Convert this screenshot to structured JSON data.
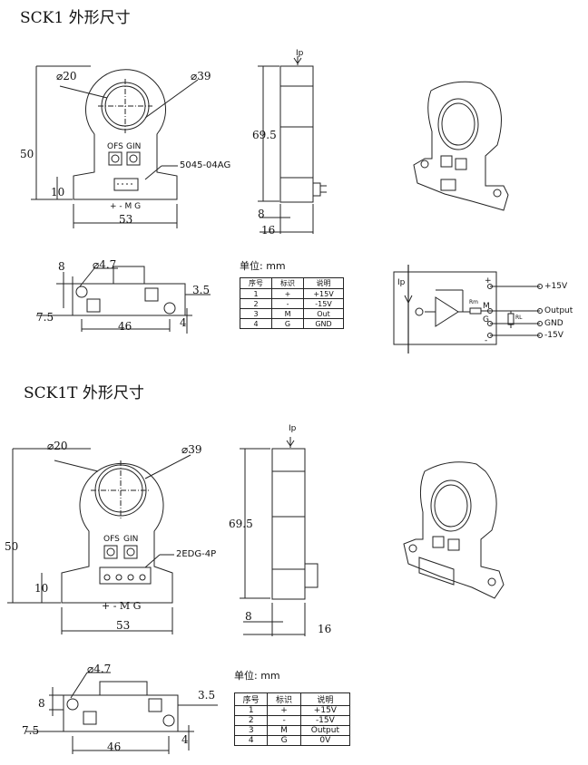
{
  "section1": {
    "title": "SCK1 外形尺寸",
    "front": {
      "inner_dia": "⌀20",
      "outer_dia": "⌀39",
      "height": "50",
      "base_h": "10",
      "width": "53",
      "pins": "+ - M G",
      "ofs": "OFS",
      "gin": "GIN",
      "connector": "5045-04AG"
    },
    "side": {
      "ip": "Ip",
      "height": "69.5",
      "base_w": "8",
      "width": "16"
    },
    "bottom": {
      "pitch": "8",
      "hole": "⌀4.7",
      "edge": "3.5",
      "offset": "7.5",
      "span": "46",
      "tab": "4"
    },
    "unit": "单位: mm",
    "table": {
      "headers": [
        "序号",
        "标识",
        "说明"
      ],
      "rows": [
        [
          "1",
          "+",
          "+15V"
        ],
        [
          "2",
          "-",
          "-15V"
        ],
        [
          "3",
          "M",
          "Out"
        ],
        [
          "4",
          "G",
          "GND"
        ]
      ]
    },
    "schematic": {
      "ip": "Ip",
      "plus": "+",
      "m": "M",
      "g": "G",
      "minus": "-",
      "rm": "Rm",
      "rl": "RL",
      "v_pos": "+15V",
      "out": "Output",
      "gnd": "GND",
      "v_neg": "-15V"
    }
  },
  "section2": {
    "title": "SCK1T 外形尺寸",
    "front": {
      "inner_dia": "⌀20",
      "outer_dia": "⌀39",
      "height": "50",
      "base_h": "10",
      "width": "53",
      "pins": "+ - M G",
      "ofs": "OFS",
      "gin": "GIN",
      "connector": "2EDG-4P"
    },
    "side": {
      "ip": "Ip",
      "height": "69.5",
      "base_w": "8",
      "width": "16"
    },
    "bottom": {
      "pitch": "8",
      "hole": "⌀4.7",
      "edge": "3.5",
      "offset": "7.5",
      "span": "46",
      "tab": "4"
    },
    "unit": "单位: mm",
    "table": {
      "headers": [
        "序号",
        "标识",
        "说明"
      ],
      "rows": [
        [
          "1",
          "+",
          "+15V"
        ],
        [
          "2",
          "-",
          "-15V"
        ],
        [
          "3",
          "M",
          "Output"
        ],
        [
          "4",
          "G",
          "0V"
        ]
      ]
    }
  }
}
